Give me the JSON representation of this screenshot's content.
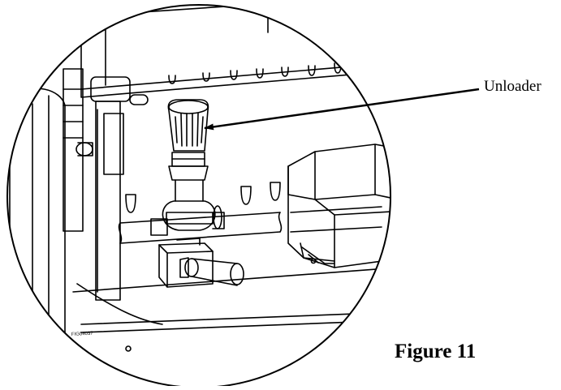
{
  "figure": {
    "caption": "Figure 11",
    "part_number": "FIG04037"
  },
  "callouts": [
    {
      "label": "Unloader"
    }
  ]
}
